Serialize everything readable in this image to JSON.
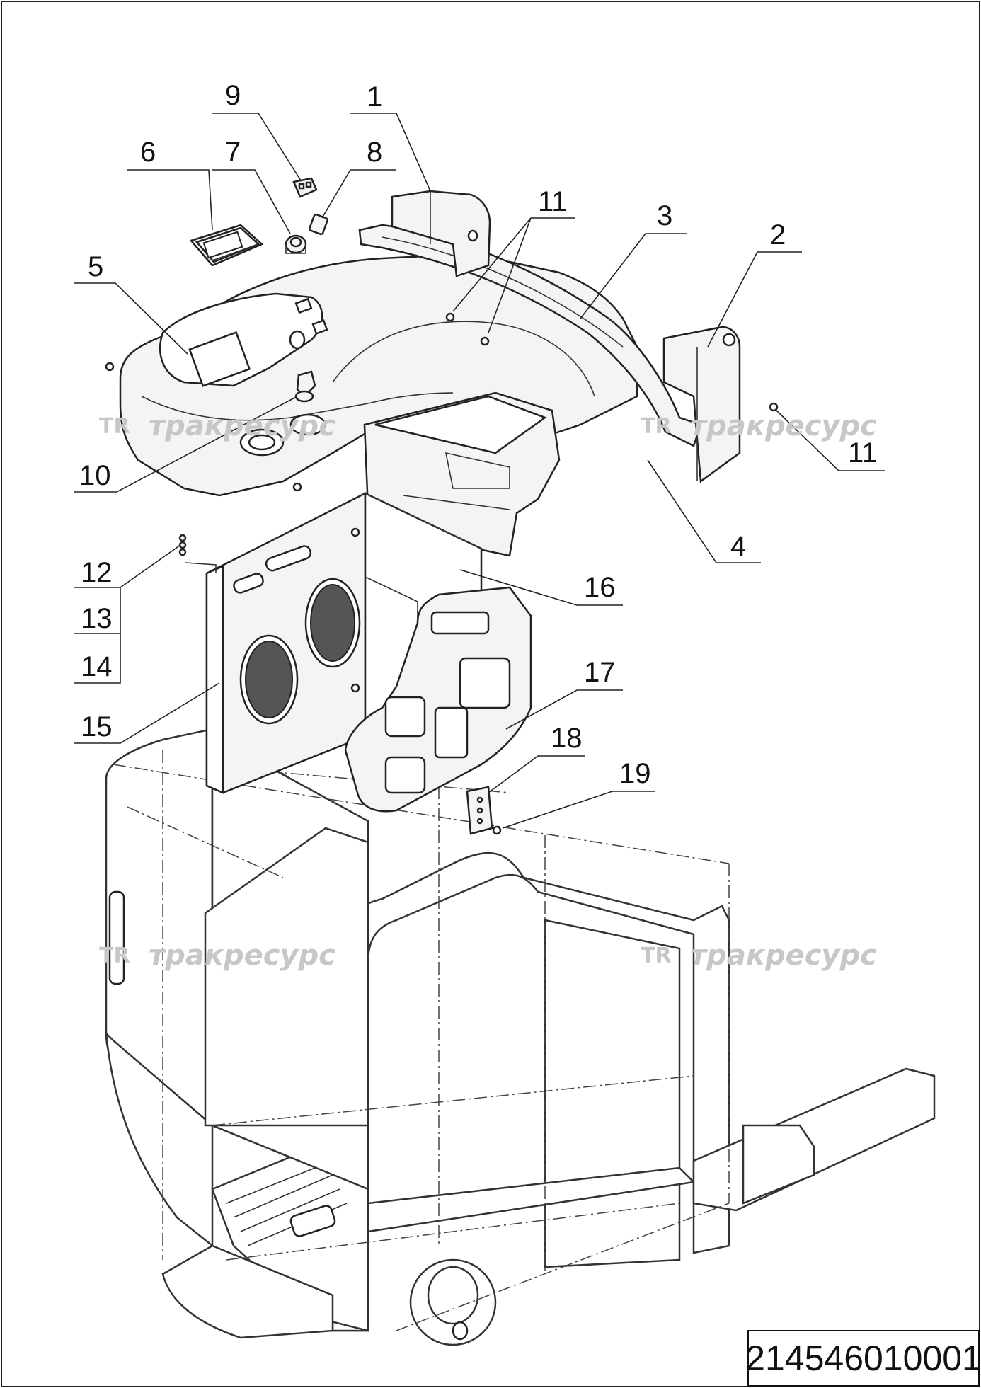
{
  "drawing_number": "214546010001",
  "watermark": {
    "text": "тракресурс"
  },
  "callouts": [
    {
      "id": "c1",
      "label": "1"
    },
    {
      "id": "c2",
      "label": "2"
    },
    {
      "id": "c3",
      "label": "3"
    },
    {
      "id": "c4",
      "label": "4"
    },
    {
      "id": "c5",
      "label": "5"
    },
    {
      "id": "c6",
      "label": "6"
    },
    {
      "id": "c7",
      "label": "7"
    },
    {
      "id": "c8",
      "label": "8"
    },
    {
      "id": "c9",
      "label": "9"
    },
    {
      "id": "c10",
      "label": "10"
    },
    {
      "id": "c11a",
      "label": "11"
    },
    {
      "id": "c11b",
      "label": "11"
    },
    {
      "id": "c12",
      "label": "12"
    },
    {
      "id": "c13",
      "label": "13"
    },
    {
      "id": "c14",
      "label": "14"
    },
    {
      "id": "c15",
      "label": "15"
    },
    {
      "id": "c16",
      "label": "16"
    },
    {
      "id": "c17",
      "label": "17"
    },
    {
      "id": "c18",
      "label": "18"
    },
    {
      "id": "c19",
      "label": "19"
    }
  ]
}
